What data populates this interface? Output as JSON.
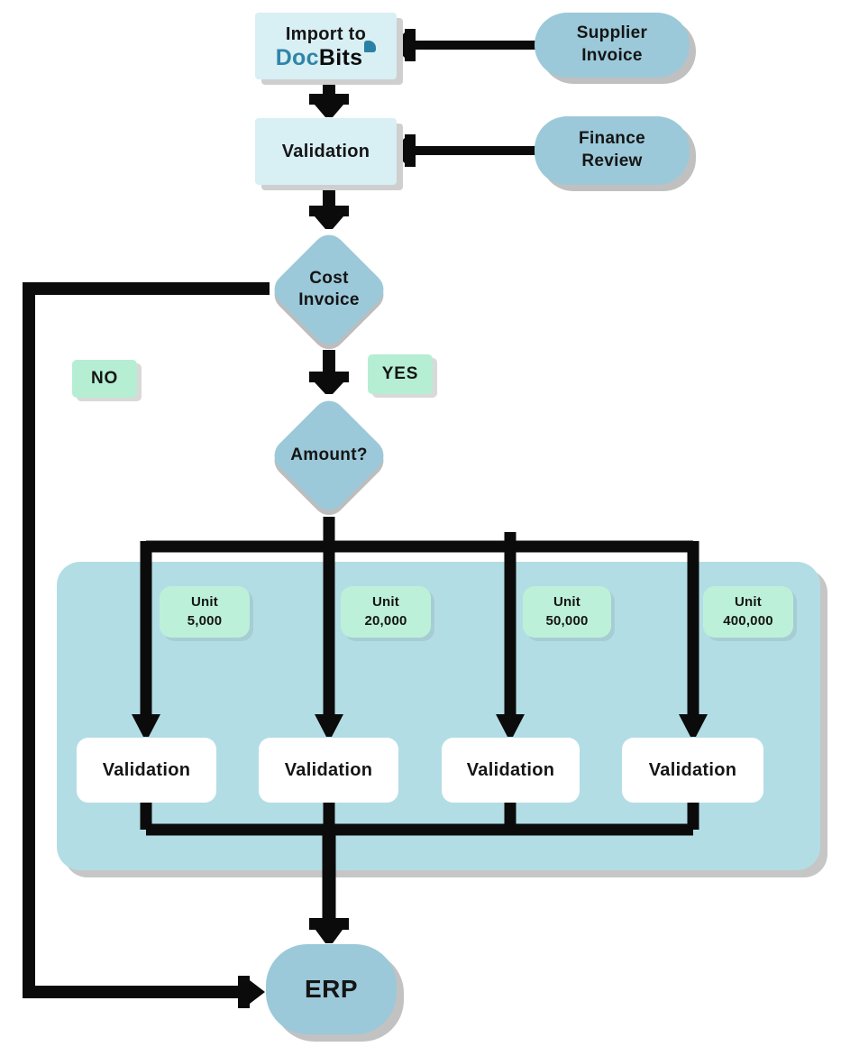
{
  "diagram": {
    "nodes": {
      "import_box": {
        "line1": "Import to",
        "brand_doc": "Doc",
        "brand_bits": "Bits"
      },
      "supplier_invoice": {
        "line1": "Supplier",
        "line2": "Invoice"
      },
      "validation_top": {
        "label": "Validation"
      },
      "finance_review": {
        "line1": "Finance",
        "line2": "Review"
      },
      "cost_invoice": {
        "line1": "Cost",
        "line2": "Invoice"
      },
      "no_label": "NO",
      "yes_label": "YES",
      "amount": {
        "label": "Amount?"
      },
      "units": [
        {
          "line1": "Unit",
          "line2": "5,000"
        },
        {
          "line1": "Unit",
          "line2": "20,000"
        },
        {
          "line1": "Unit",
          "line2": "50,000"
        },
        {
          "line1": "Unit",
          "line2": "400,000"
        }
      ],
      "validations": [
        {
          "label": "Validation"
        },
        {
          "label": "Validation"
        },
        {
          "label": "Validation"
        },
        {
          "label": "Validation"
        }
      ],
      "erp": {
        "label": "ERP"
      }
    },
    "colors": {
      "node_blue": "#9bc9d9",
      "panel_blue": "#b3dde5",
      "light_cyan": "#d8eff4",
      "mint_green": "#b5eed3",
      "unit_green": "#bdf0d8",
      "arrow_black": "#0b0b0b",
      "brand_teal": "#2f85a8",
      "box_white": "#ffffff"
    }
  }
}
